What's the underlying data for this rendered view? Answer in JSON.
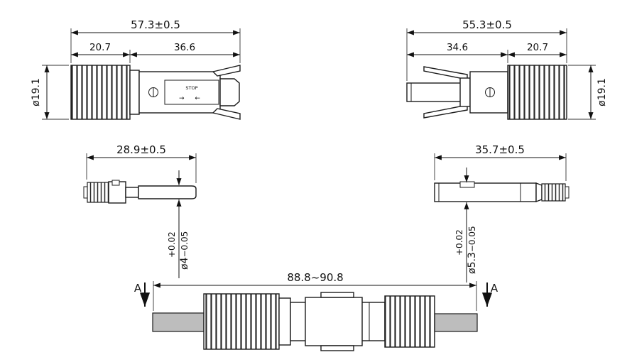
{
  "views": {
    "top_left": {
      "dim_total": "57.3±0.5",
      "dim_seg1": "20.7",
      "dim_seg2": "36.6",
      "dim_dia": "ø19.1",
      "panel_stop": "STOP",
      "panel_arrows": "→ ←"
    },
    "top_right": {
      "dim_total": "55.3±0.5",
      "dim_seg1": "34.6",
      "dim_seg2": "20.7",
      "dim_dia": "ø19.1"
    },
    "mid_left": {
      "dim_total": "28.9±0.5",
      "dia_base": "ø4",
      "tol_upper": "+0.02",
      "tol_lower": "−0.05"
    },
    "mid_right": {
      "dim_total": "35.7±0.5",
      "dia_base": "ø5.3",
      "tol_upper": "+0.02",
      "tol_lower": "−0.05"
    },
    "bottom": {
      "dim_total": "88.8~90.8",
      "section_label_left": "A",
      "section_label_right": "A"
    }
  }
}
